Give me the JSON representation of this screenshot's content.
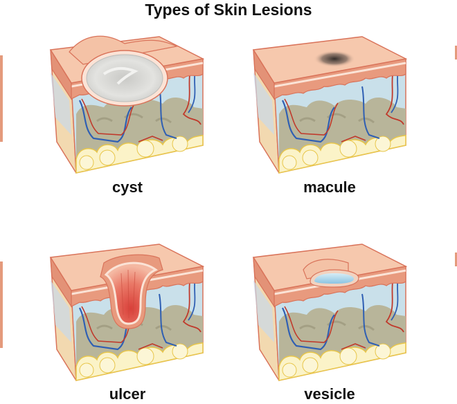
{
  "title": "Types of Skin Lesions",
  "panels": [
    {
      "id": "cyst",
      "label": "cyst",
      "position": "top-left"
    },
    {
      "id": "macule",
      "label": "macule",
      "position": "top-right"
    },
    {
      "id": "ulcer",
      "label": "ulcer",
      "position": "bottom-left"
    },
    {
      "id": "vesicle",
      "label": "vesicle",
      "position": "bottom-right"
    }
  ],
  "colors": {
    "epidermis_top": "#f6c8ad",
    "epidermis_side": "#e89a7e",
    "outline": "#d9735a",
    "dermis": "#c9e0ea",
    "hypodermis": "#b8b59a",
    "fat": "#fbf3c8",
    "fat_outline": "#e8c64a",
    "artery": "#c0392b",
    "vein": "#2f5fb3",
    "cyst_fill": "#d9d9d6",
    "ulcer_fill": "#e0564a",
    "vesicle_fill": "#a9d4ea",
    "macule_spot": "#3a3330"
  }
}
